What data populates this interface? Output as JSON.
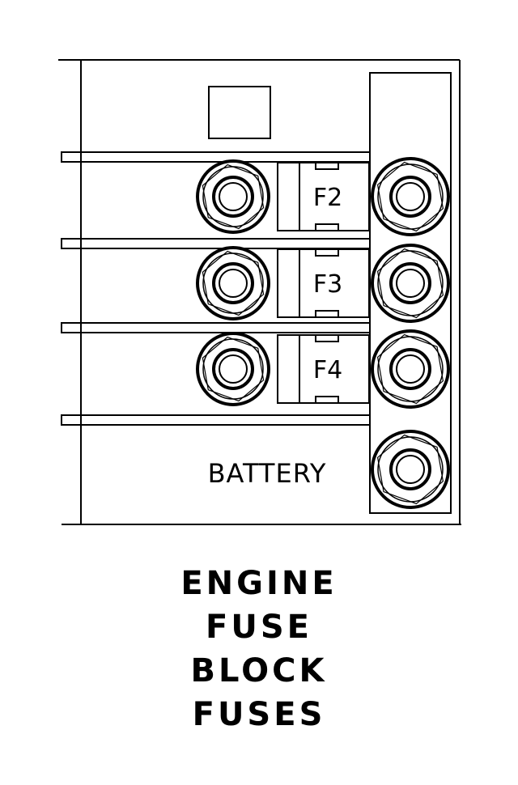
{
  "diagram": {
    "fuses": [
      {
        "label": "F2"
      },
      {
        "label": "F3"
      },
      {
        "label": "F4"
      }
    ],
    "battery_label": "BATTERY",
    "colors": {
      "line": "#000000",
      "background": "#ffffff"
    }
  },
  "caption": {
    "lines": [
      "ENGINE",
      "FUSE",
      "BLOCK",
      "FUSES"
    ]
  }
}
